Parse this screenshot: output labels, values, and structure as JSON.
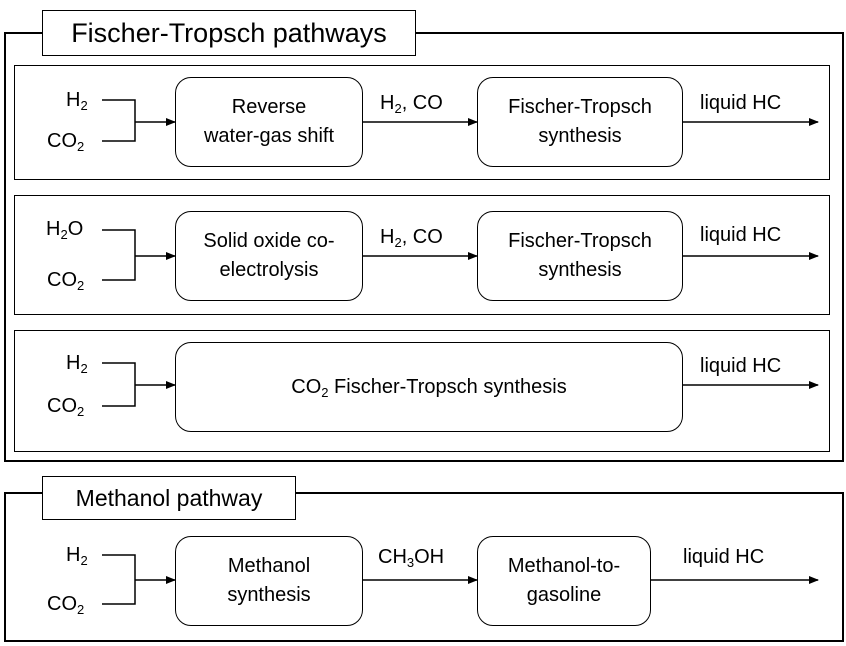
{
  "ft_section": {
    "title": "Fischer-Tropsch pathways",
    "rows": [
      {
        "input_top": [
          "H",
          "2",
          ""
        ],
        "input_bottom": [
          "CO",
          "2",
          ""
        ],
        "step1_line1": "Reverse",
        "step1_line2": "water-gas shift",
        "intermediate": [
          "H",
          "2",
          ", CO"
        ],
        "step2_line1": "Fischer-Tropsch",
        "step2_line2": "synthesis",
        "output": "liquid HC"
      },
      {
        "input_top": [
          "H",
          "2",
          "O"
        ],
        "input_bottom": [
          "CO",
          "2",
          ""
        ],
        "step1_line1": "Solid oxide co-",
        "step1_line2": "electrolysis",
        "intermediate": [
          "H",
          "2",
          ", CO"
        ],
        "step2_line1": "Fischer-Tropsch",
        "step2_line2": "synthesis",
        "output": "liquid HC"
      },
      {
        "input_top": [
          "H",
          "2",
          ""
        ],
        "input_bottom": [
          "CO",
          "2",
          ""
        ],
        "step_single": [
          "CO",
          "2",
          " Fischer-Tropsch synthesis"
        ],
        "output": "liquid HC"
      }
    ]
  },
  "methanol_section": {
    "title": "Methanol pathway",
    "row": {
      "input_top": [
        "H",
        "2",
        ""
      ],
      "input_bottom": [
        "CO",
        "2",
        ""
      ],
      "step1_line1": "Methanol",
      "step1_line2": "synthesis",
      "intermediate": [
        "CH",
        "3",
        "OH"
      ],
      "step2_line1": "Methanol-to-",
      "step2_line2": "gasoline",
      "output": "liquid HC"
    }
  }
}
